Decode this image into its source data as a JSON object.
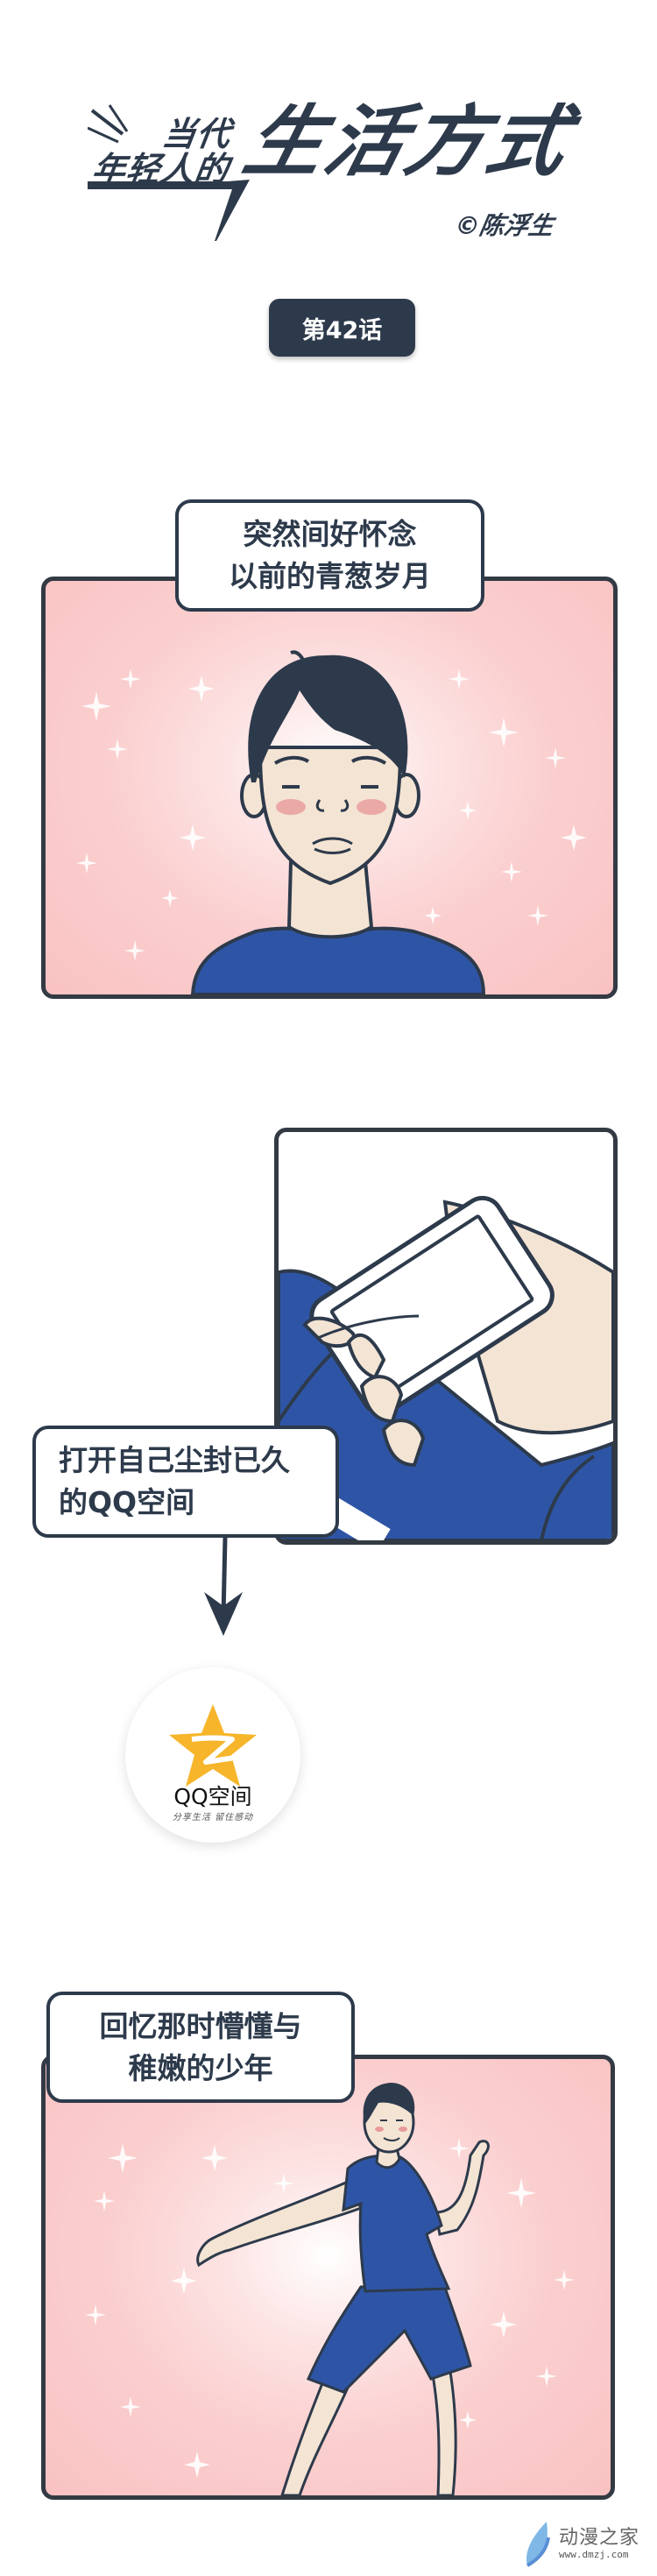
{
  "header": {
    "title_small_line1": "当代",
    "title_small_line2": "年轻人的",
    "title_big": "生活方式",
    "author": "©陈浮生",
    "episode": "第42话"
  },
  "panels": [
    {
      "caption": [
        "突然间好怀念",
        "以前的青葱岁月"
      ],
      "scene": "close-up of young man with dark hair, blushing cheeks, blue shirt, sparkly pink background"
    },
    {
      "caption": [
        "打开自己尘封已久",
        "的QQ空间"
      ],
      "scene": "hand holding a smartphone, blue sleeve"
    },
    {
      "caption": [
        "回忆那时懵懂与",
        "稚嫩的少年"
      ],
      "scene": "young man in blue t-shirt and shorts striking a dancing pose, sparkly pink background"
    }
  ],
  "qzone_logo": {
    "name": "QQ空间",
    "slogan": "分享生活 留住感动",
    "star_color": "#f6b52a"
  },
  "watermark": {
    "name": "动漫之家",
    "url": "www.dmzj.com"
  },
  "colors": {
    "ink": "#2d3a4b",
    "pink": "#f9c2c2",
    "shirt_blue": "#2e55a5",
    "skin": "#f4e4d4"
  }
}
